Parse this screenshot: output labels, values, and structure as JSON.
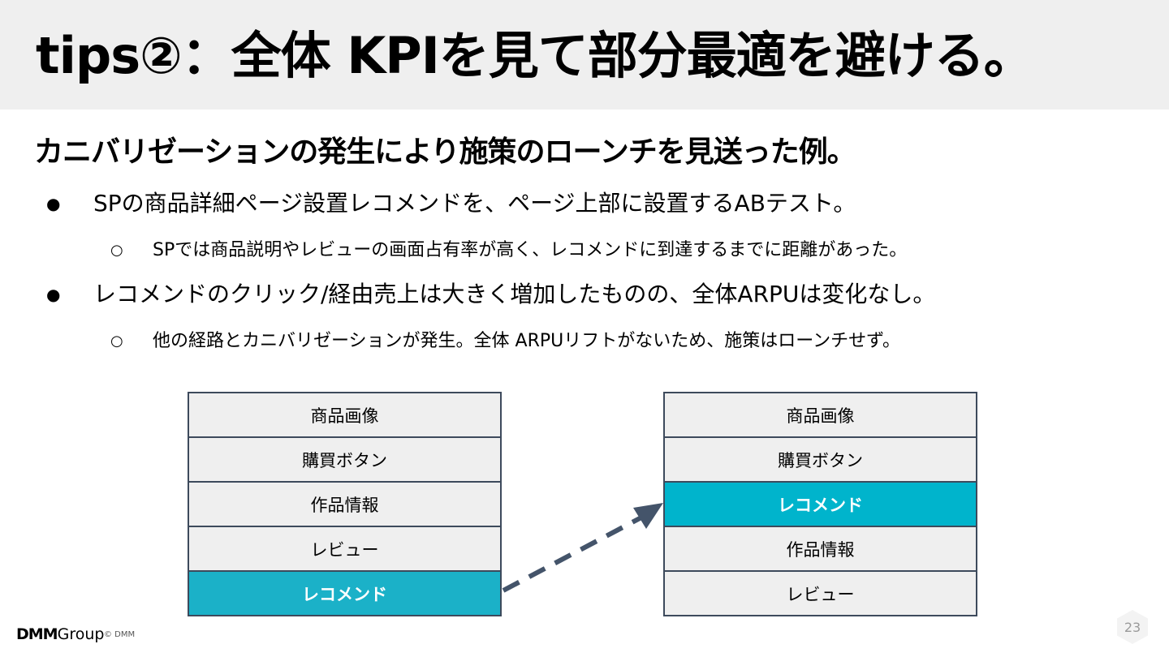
{
  "title": "tips②：全体 KPIを見て部分最適を避ける。",
  "subtitle": "カニバリゼーションの発生により施策のローンチを見送った例。",
  "bullets": [
    {
      "text": "SPの商品詳細ページ設置レコメンドを、ページ上部に設置するABテスト。",
      "sub": "SPでは商品説明やレビューの画面占有率が高く、レコメンドに到達するまでに距離があった。"
    },
    {
      "text": "レコメンドのクリック/経由売上は大きく増加したものの、全体ARPUは変化なし。",
      "sub": "他の経路とカニバリゼーションが発生。全体 ARPUリフトがないため、施策はローンチせず。"
    }
  ],
  "bullet_marks": {
    "level1": "●",
    "level2": "○"
  },
  "layout_before": [
    "商品画像",
    "購買ボタン",
    "作品情報",
    "レビュー",
    "レコメンド"
  ],
  "layout_after": [
    "商品画像",
    "購買ボタン",
    "レコメンド",
    "作品情報",
    "レビュー"
  ],
  "colors": {
    "highlight_before": "#1bb1c8",
    "highlight_after": "#00b4cc",
    "arrow": "#44546a",
    "cell_bg": "#efefef"
  },
  "footer": {
    "logo": "DMM",
    "logo_group": "Group",
    "copyright": "© DMM"
  },
  "page_number": "23"
}
